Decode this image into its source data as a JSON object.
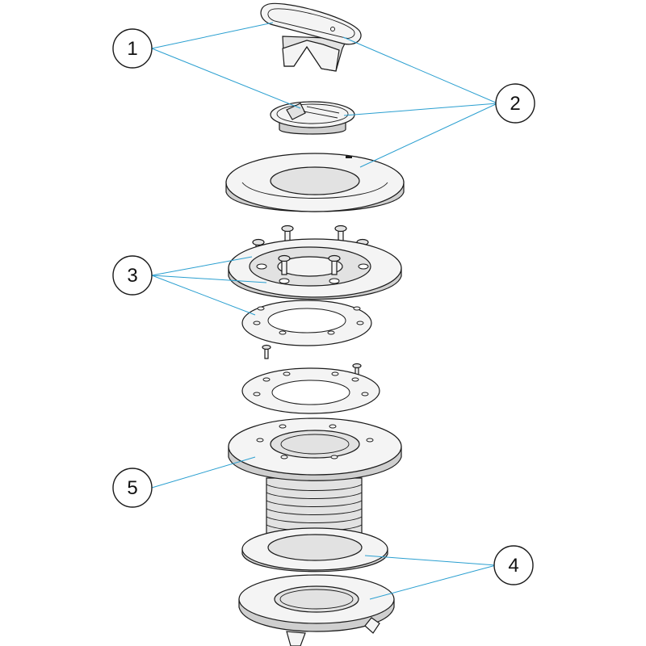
{
  "callouts": [
    {
      "id": "1",
      "label": "1"
    },
    {
      "id": "2",
      "label": "2"
    },
    {
      "id": "3",
      "label": "3"
    },
    {
      "id": "4",
      "label": "4"
    },
    {
      "id": "5",
      "label": "5"
    }
  ],
  "colors": {
    "leader_line": "#2a9fd0",
    "outline": "#1a1a1a",
    "part_fill": "#f4f4f4"
  }
}
